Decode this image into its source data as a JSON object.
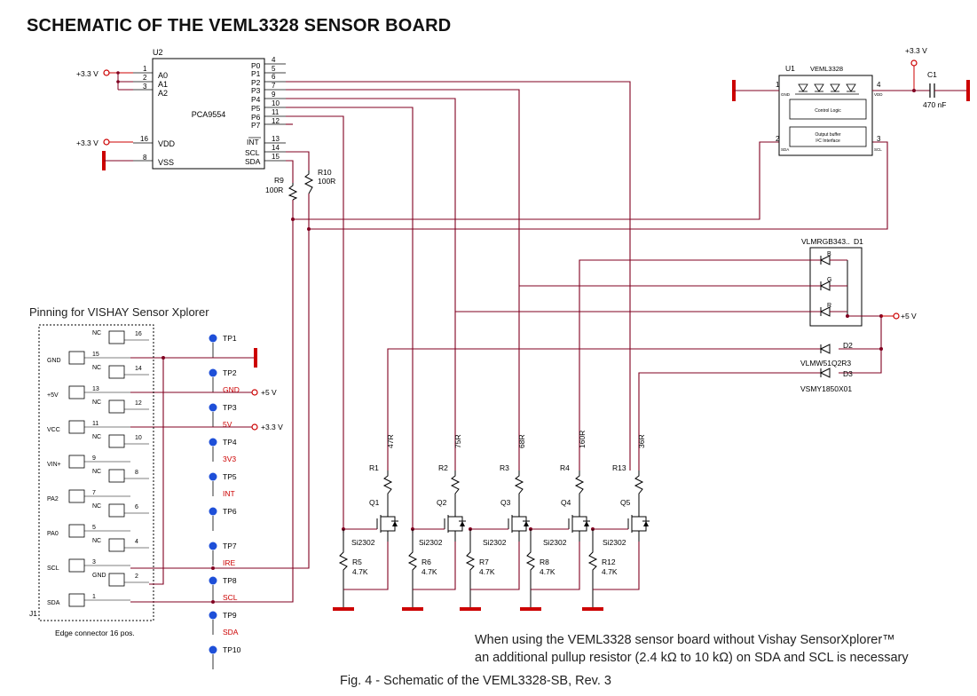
{
  "title": "SCHEMATIC OF THE VEML3328 SENSOR BOARD",
  "note": {
    "line1": "When using the VEML3328 sensor board without Vishay SensorXplorer™",
    "line2": "an additional pullup resistor (2.4 kΩ to 10 kΩ) on SDA and SCL is necessary"
  },
  "caption": "Fig. 4 - Schematic of the VEML3328-SB, Rev. 3",
  "xplorer": {
    "title": "Pinning for VISHAY Sensor Xplorer",
    "ref": "J1",
    "footer": "Edge connector 16 pos.",
    "pins": [
      {
        "num": "16",
        "label": "NC"
      },
      {
        "num": "15",
        "label": "GND"
      },
      {
        "num": "14",
        "label": "NC"
      },
      {
        "num": "13",
        "label": "+5V"
      },
      {
        "num": "12",
        "label": "NC"
      },
      {
        "num": "11",
        "label": "VCC"
      },
      {
        "num": "10",
        "label": "NC"
      },
      {
        "num": "9",
        "label": "VIN+"
      },
      {
        "num": "8",
        "label": "NC"
      },
      {
        "num": "7",
        "label": "PA2"
      },
      {
        "num": "6",
        "label": "NC"
      },
      {
        "num": "5",
        "label": "PA0"
      },
      {
        "num": "4",
        "label": "NC"
      },
      {
        "num": "3",
        "label": "SCL"
      },
      {
        "num": "2",
        "label": "GND"
      },
      {
        "num": "1",
        "label": "SDA"
      }
    ]
  },
  "testpoints": [
    {
      "name": "TP1",
      "net": ""
    },
    {
      "name": "TP2",
      "net": "GND"
    },
    {
      "name": "TP3",
      "net": "5V"
    },
    {
      "name": "TP4",
      "net": "3V3"
    },
    {
      "name": "TP5",
      "net": "INT"
    },
    {
      "name": "TP6",
      "net": ""
    },
    {
      "name": "TP7",
      "net": "IRE"
    },
    {
      "name": "TP8",
      "net": "SCL"
    },
    {
      "name": "TP9",
      "net": "SDA"
    },
    {
      "name": "TP10",
      "net": ""
    }
  ],
  "power": {
    "v33": "+3.3 V",
    "v5": "+5 V"
  },
  "u2": {
    "ref": "U2",
    "part": "PCA9554",
    "left_pins": [
      {
        "num": "1",
        "name": "A0"
      },
      {
        "num": "2",
        "name": "A1"
      },
      {
        "num": "3",
        "name": "A2"
      },
      {
        "num": "16",
        "name": "VDD"
      },
      {
        "num": "8",
        "name": "VSS"
      }
    ],
    "right_pins": [
      {
        "num": "4",
        "name": "P0"
      },
      {
        "num": "5",
        "name": "P1"
      },
      {
        "num": "6",
        "name": "P2"
      },
      {
        "num": "7",
        "name": "P3"
      },
      {
        "num": "9",
        "name": "P4"
      },
      {
        "num": "10",
        "name": "P5"
      },
      {
        "num": "11",
        "name": "P6"
      },
      {
        "num": "12",
        "name": "P7"
      },
      {
        "num": "13",
        "name": "INT"
      },
      {
        "num": "14",
        "name": "SCL"
      },
      {
        "num": "15",
        "name": "SDA"
      }
    ]
  },
  "r9": {
    "ref": "R9",
    "value": "100R"
  },
  "r10": {
    "ref": "R10",
    "value": "100R"
  },
  "u1": {
    "ref": "U1",
    "part": "VEML3328",
    "pin1": "1",
    "pin2": "2",
    "pin3": "3",
    "pin4": "4",
    "gnd": "GND",
    "sda": "SDA",
    "scl": "SCL",
    "vdd": "VDD",
    "block1": "Control Logic",
    "block2a": "Output buffer",
    "block2b": "I²C Interface"
  },
  "c1": {
    "ref": "C1",
    "value": "470 nF"
  },
  "d1": {
    "ref": "D1",
    "part": "VLMRGB343..",
    "b": "B",
    "g": "G",
    "r": "R"
  },
  "d2": {
    "ref": "D2",
    "part": "VLMW51Q2R3"
  },
  "d3": {
    "ref": "D3",
    "part": "VSMY1850X01"
  },
  "drivers": [
    {
      "r_ref": "R1",
      "r_val": "47R",
      "q": "Q1",
      "q_part": "Si2302",
      "pd_ref": "R5",
      "pd_val": "4.7K"
    },
    {
      "r_ref": "R2",
      "r_val": "75R",
      "q": "Q2",
      "q_part": "Si2302",
      "pd_ref": "R6",
      "pd_val": "4.7K"
    },
    {
      "r_ref": "R3",
      "r_val": "68R",
      "q": "Q3",
      "q_part": "Si2302",
      "pd_ref": "R7",
      "pd_val": "4.7K"
    },
    {
      "r_ref": "R4",
      "r_val": "160R",
      "q": "Q4",
      "q_part": "Si2302",
      "pd_ref": "R8",
      "pd_val": "4.7K"
    },
    {
      "r_ref": "R13",
      "r_val": "36R",
      "q": "Q5",
      "q_part": "Si2302",
      "pd_ref": "R12",
      "pd_val": "4.7K"
    }
  ]
}
